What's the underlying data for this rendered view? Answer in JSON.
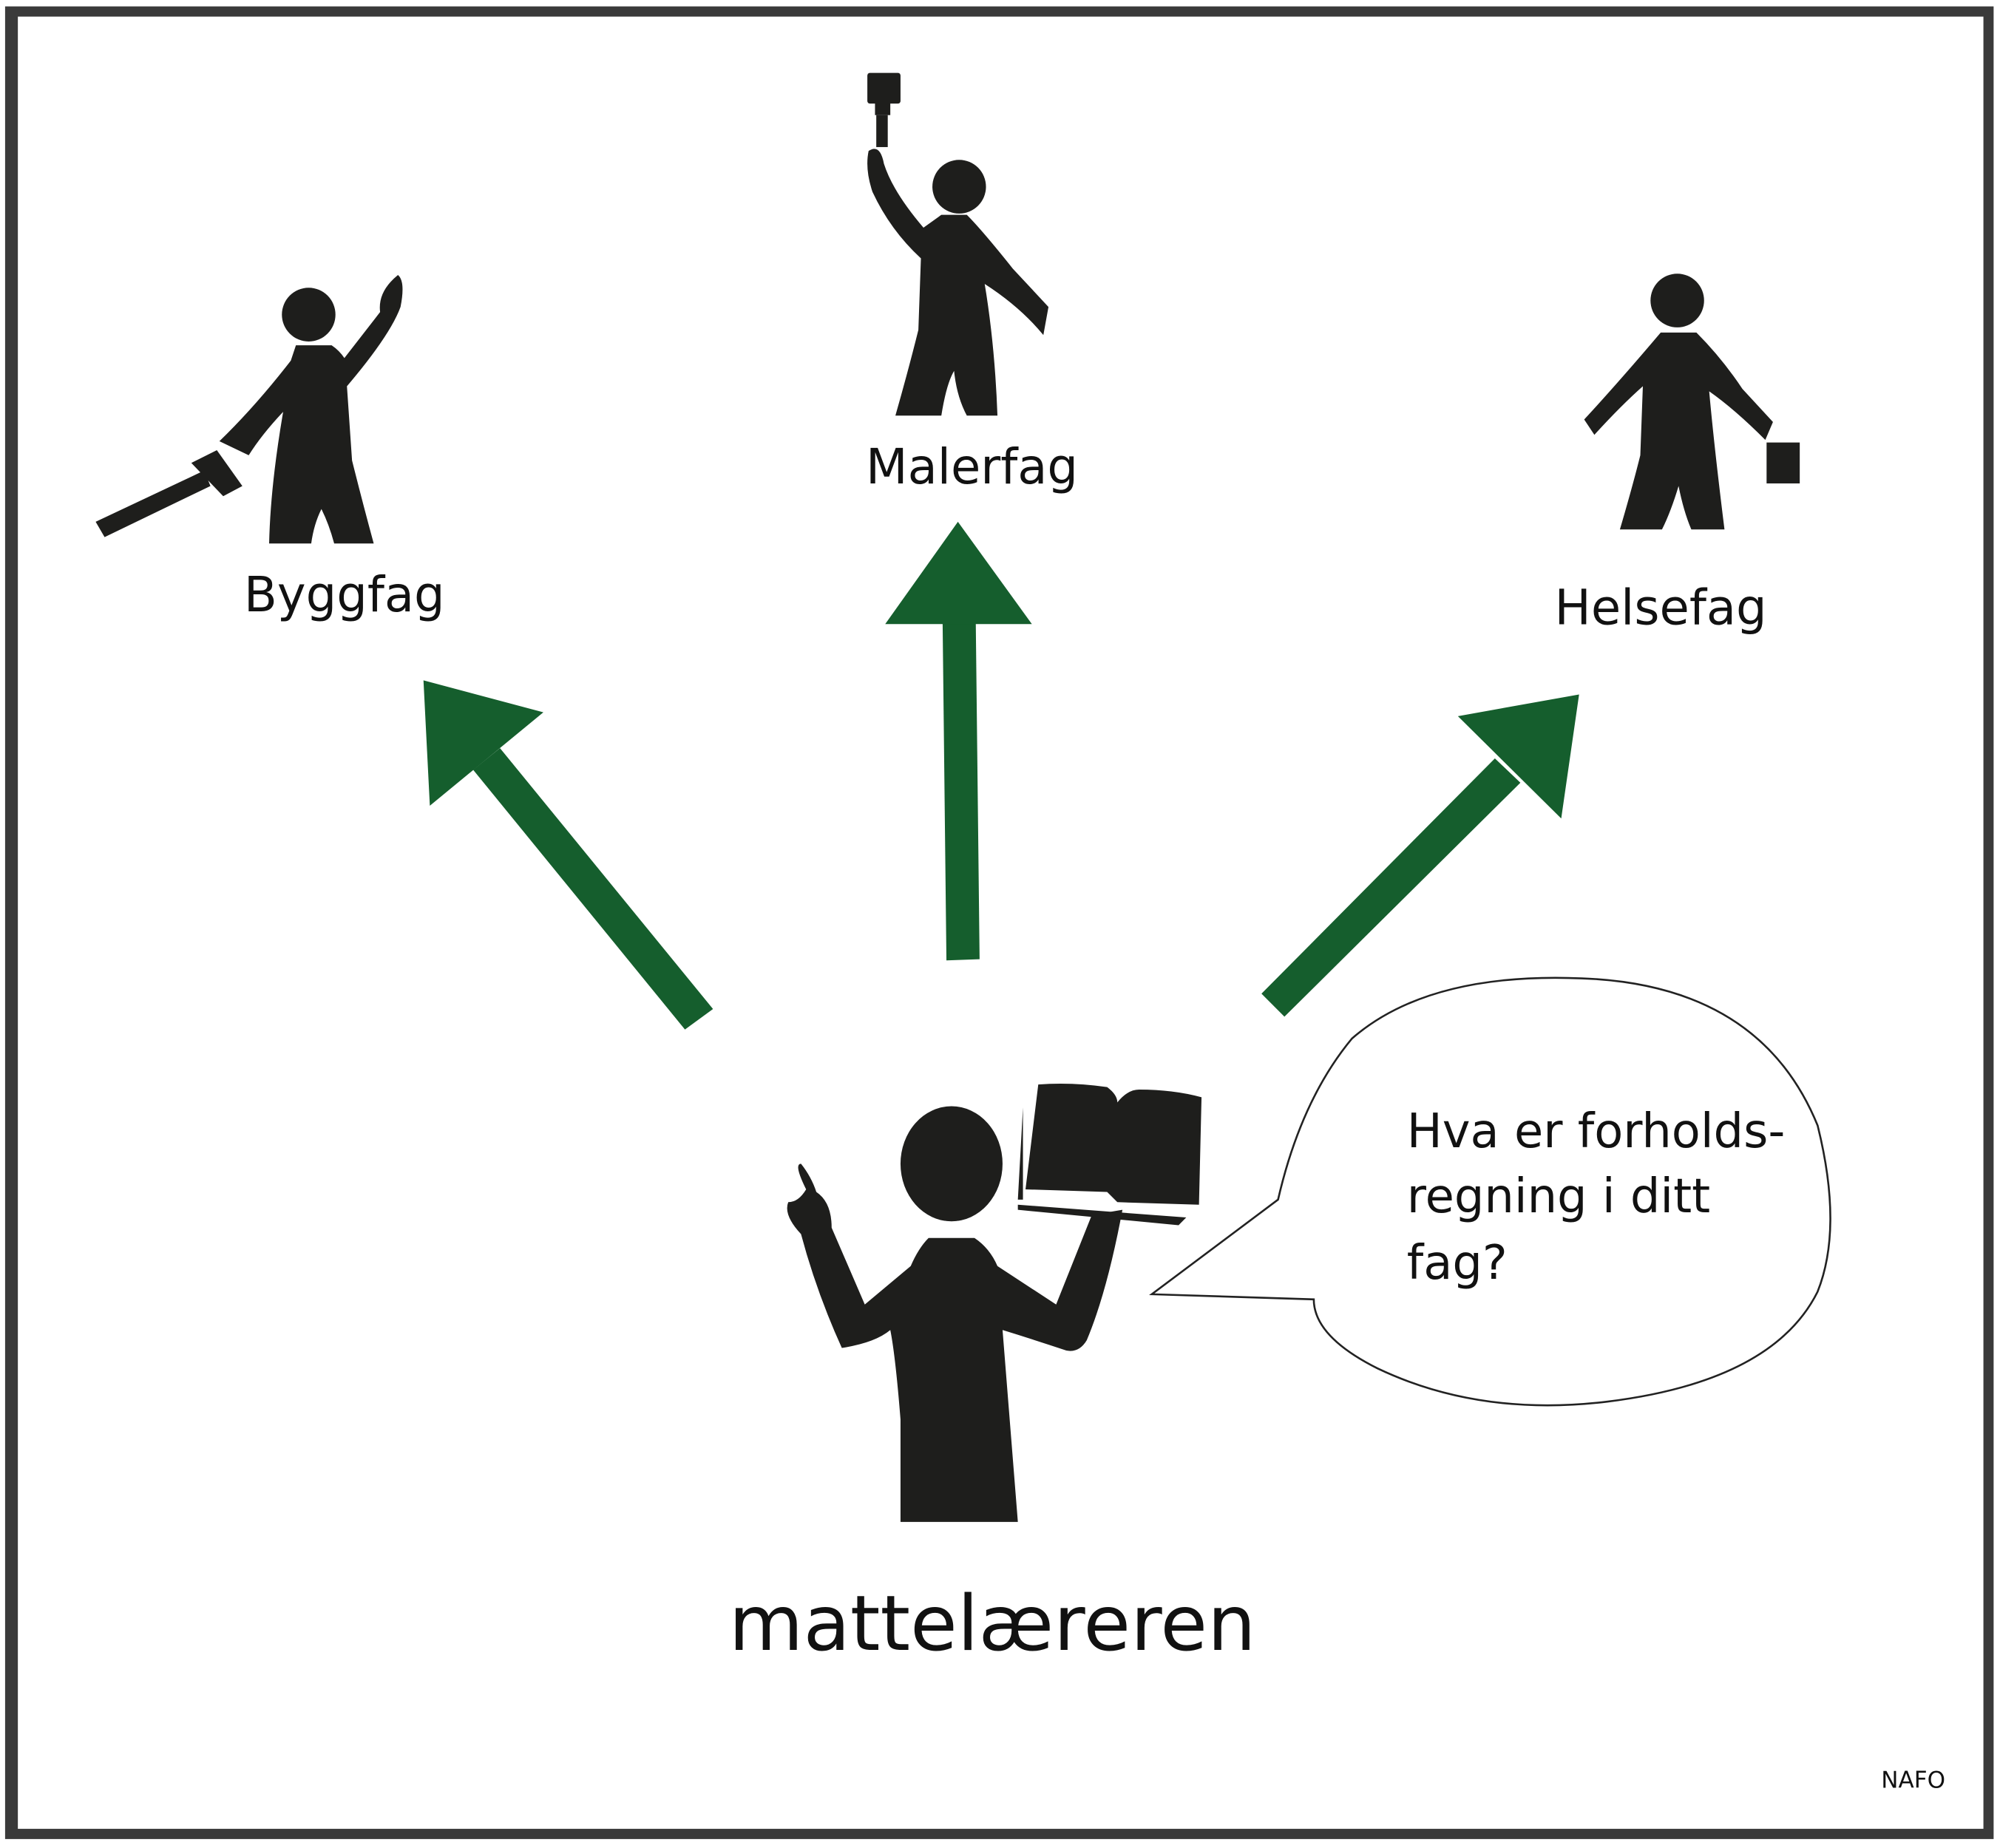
{
  "labels": {
    "byggfag": "Byggfag",
    "malerfag": "Malerfag",
    "helsefag": "Helsefag",
    "teacher": "mattelæreren",
    "credit": "NAFO"
  },
  "speech_bubble": {
    "lines": [
      "Hva er forholds-",
      "regning i ditt",
      "fag?"
    ]
  },
  "colors": {
    "arrow": "#155e2d",
    "figure": "#1e1e1c",
    "frame": "#3a3a3a"
  }
}
